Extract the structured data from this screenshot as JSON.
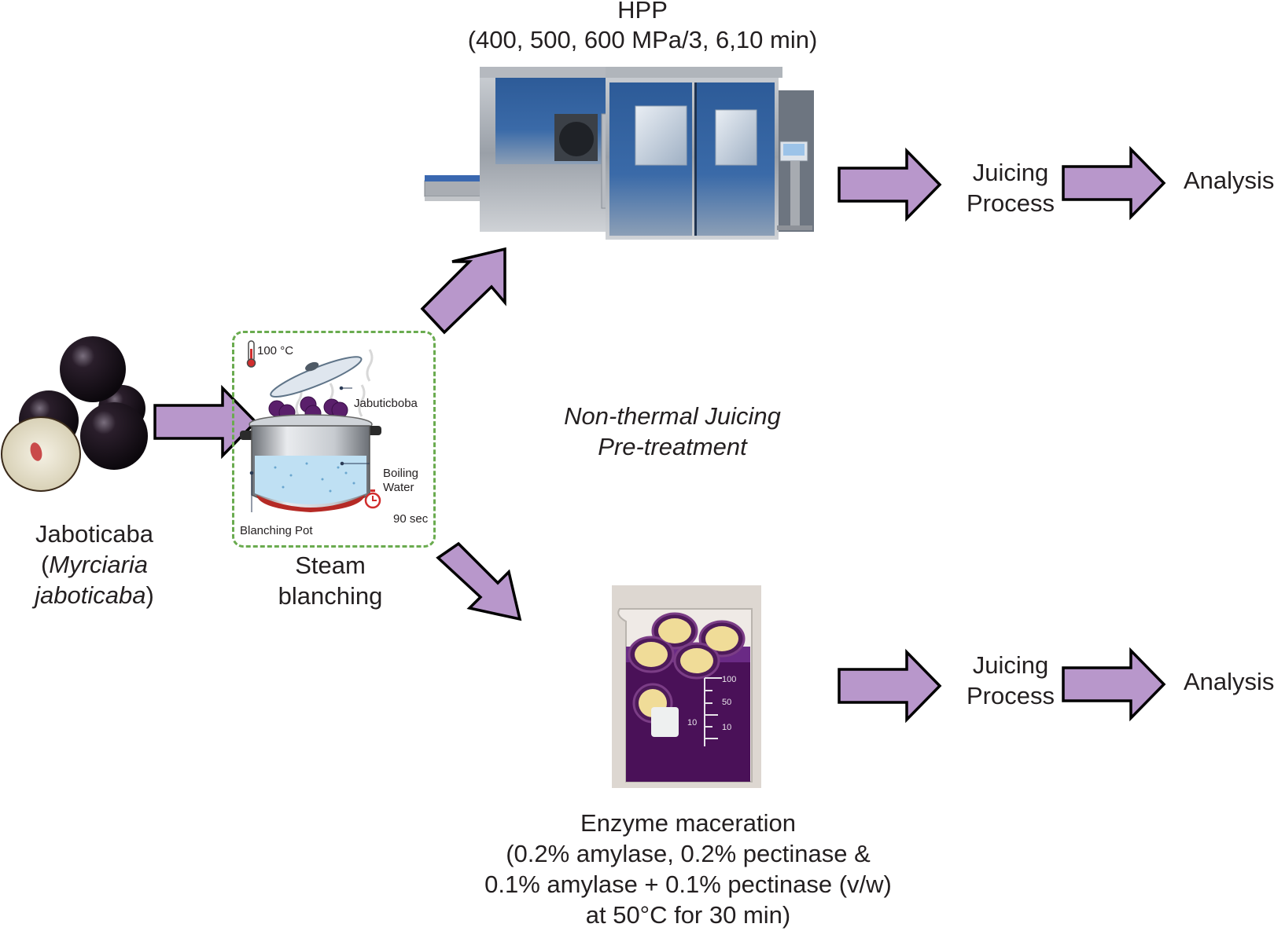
{
  "hpp": {
    "title": "HPP",
    "params": "(400, 500, 600 MPa/3, 6,10 min)"
  },
  "fruit": {
    "name": "Jaboticaba",
    "sci_open": "(",
    "sci_genus": "Myrciaria",
    "sci_species": "jaboticaba",
    "sci_close": ")"
  },
  "blanching": {
    "label_line1": "Steam",
    "label_line2": "blanching",
    "temperature": "100 °C",
    "fruit_label": "Jabuticboba",
    "water_label_line1": "Boiling",
    "water_label_line2": "Water",
    "time": "90 sec",
    "pot_label": "Blanching Pot"
  },
  "center": {
    "line1": "Non-thermal Juicing",
    "line2": "Pre-treatment"
  },
  "top_branch": {
    "juicing_line1": "Juicing",
    "juicing_line2": "Process",
    "analysis": "Analysis"
  },
  "bottom_branch": {
    "juicing_line1": "Juicing",
    "juicing_line2": "Process",
    "analysis": "Analysis",
    "beaker_marks": [
      "100",
      "50",
      "10",
      "10"
    ]
  },
  "enzyme": {
    "line1": "Enzyme maceration",
    "line2": "(0.2% amylase, 0.2% pectinase &",
    "line3": "0.1% amylase + 0.1% pectinase (v/w)",
    "line4": "at 50°C for 30 min)"
  },
  "colors": {
    "arrow_fill": "#b897cb",
    "dashed_border": "#6aab4f",
    "machine_blue": "#2f5f9e",
    "juice_purple": "#4a1158"
  }
}
